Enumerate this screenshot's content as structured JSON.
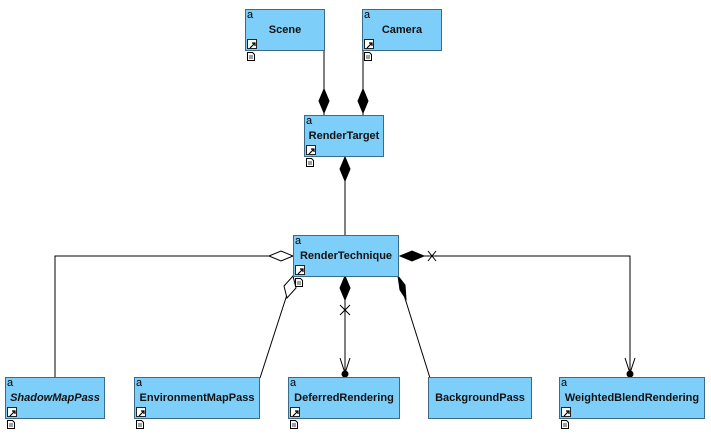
{
  "diagram": {
    "classes": [
      {
        "id": "scene",
        "name": "Scene",
        "italic": false
      },
      {
        "id": "camera",
        "name": "Camera",
        "italic": false
      },
      {
        "id": "render-target",
        "name": "RenderTarget",
        "italic": false
      },
      {
        "id": "render-technique",
        "name": "RenderTechnique",
        "italic": false
      },
      {
        "id": "shadow-map-pass",
        "name": "ShadowMapPass",
        "italic": true
      },
      {
        "id": "environment-map-pass",
        "name": "EnvironmentMapPass",
        "italic": false
      },
      {
        "id": "deferred-rendering",
        "name": "DeferredRendering",
        "italic": false
      },
      {
        "id": "background-pass",
        "name": "BackgroundPass",
        "italic": false
      },
      {
        "id": "weighted-blend-rendering",
        "name": "WeightedBlendRendering",
        "italic": false
      }
    ],
    "stereotype_glyph": "a",
    "relations": [
      {
        "from": "scene",
        "to": "render-target",
        "kind": "composition"
      },
      {
        "from": "camera",
        "to": "render-target",
        "kind": "composition"
      },
      {
        "from": "render-target",
        "to": "render-technique",
        "kind": "composition"
      },
      {
        "from": "render-technique",
        "to": "shadow-map-pass",
        "kind": "aggregation"
      },
      {
        "from": "render-technique",
        "to": "environment-map-pass",
        "kind": "aggregation"
      },
      {
        "from": "render-technique",
        "to": "deferred-rendering",
        "kind": "composition",
        "navigability": "x-to-arrow"
      },
      {
        "from": "render-technique",
        "to": "background-pass",
        "kind": "composition"
      },
      {
        "from": "render-technique",
        "to": "weighted-blend-rendering",
        "kind": "composition",
        "navigability": "x-to-arrow"
      }
    ]
  }
}
